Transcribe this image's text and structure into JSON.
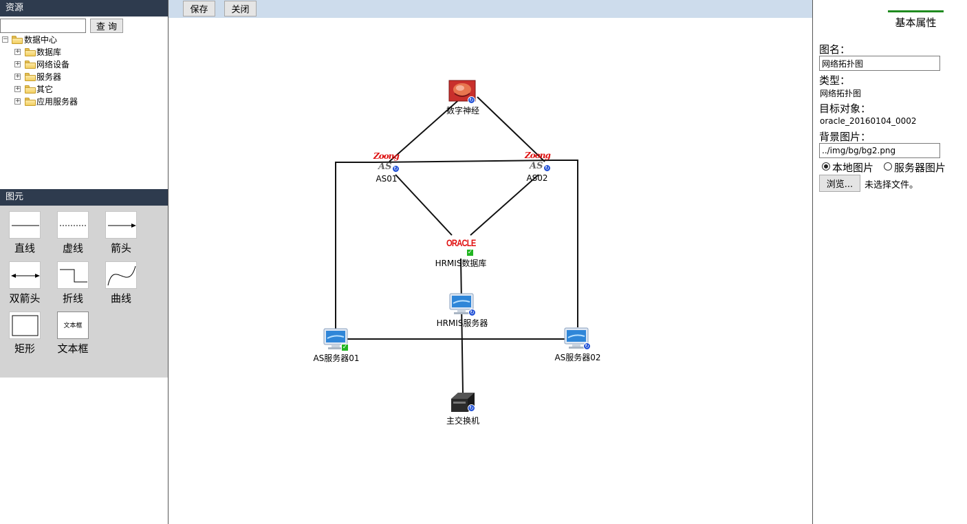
{
  "resources": {
    "header": "资源",
    "search_placeholder": "",
    "search_button": "查 询",
    "tree": {
      "root": "数据中心",
      "children": [
        "数据库",
        "网络设备",
        "服务器",
        "其它",
        "应用服务器"
      ]
    }
  },
  "elements_panel": {
    "header": "图元",
    "items": [
      "直线",
      "虚线",
      "箭头",
      "双箭头",
      "折线",
      "曲线",
      "矩形",
      "文本框"
    ],
    "textbox_preview": "文本框"
  },
  "toolbar": {
    "save": "保存",
    "close": "关闭"
  },
  "topology": {
    "nodes": {
      "neural": "数字神经",
      "as01": "AS01",
      "as02": "AS02",
      "oracle": "HRMIS数据库",
      "hrmis_server": "HRMIS服务器",
      "as_server01": "AS服务器01",
      "as_server02": "AS服务器02",
      "switch": "主交换机"
    },
    "logo_texts": {
      "zoong": "Zoong",
      "as": "AS",
      "oracle": "ORACLE"
    }
  },
  "properties": {
    "tab": "基本属性",
    "name_label": "图名：",
    "name_value": "网络拓扑图",
    "type_label": "类型：",
    "type_value": "网络拓扑图",
    "target_label": "目标对象：",
    "target_value": "oracle_20160104_0002",
    "bg_label": "背景图片：",
    "bg_value": "../img/bg/bg2.png",
    "radio_local": "本地图片",
    "radio_server": "服务器图片",
    "radio_selected": "本地图片",
    "browse_button": "浏览...",
    "file_status": "未选择文件。"
  },
  "colors": {
    "header_bg": "#2e3b4e",
    "toolbar_bg": "#cddcec",
    "panel_gray": "#d3d3d3",
    "tab_accent": "#1e8a1e"
  }
}
